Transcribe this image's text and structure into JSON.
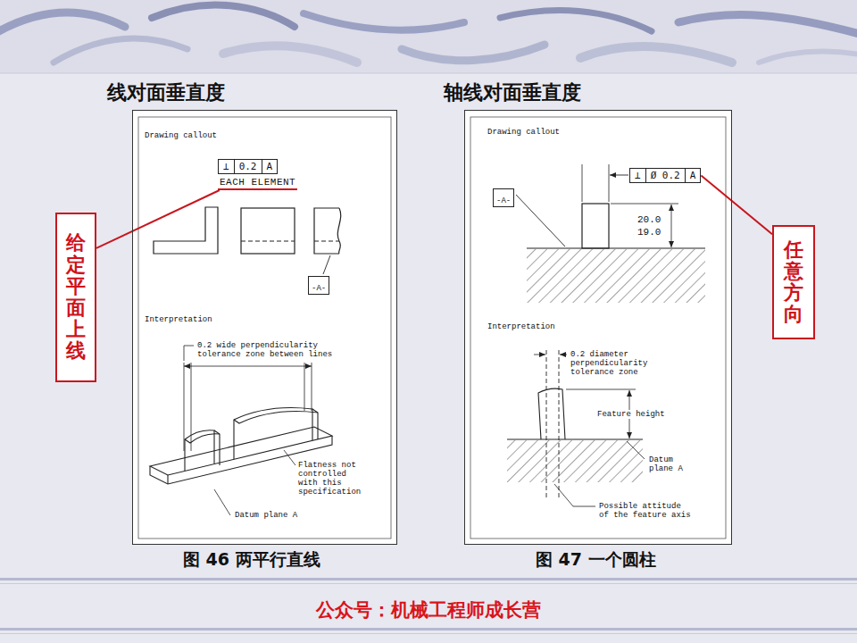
{
  "diagram": {
    "nodes": [
      {
        "text": [
          "给定平面上线"
        ]
      },
      {
        "text": [
          "Drawing callout",
          "Interpretation"
        ]
      },
      {
        "text": [
          "⊥",
          "0.2",
          "A",
          "EACH ELEMENT"
        ],
        "in": 1
      },
      {
        "text": [
          "-A-"
        ],
        "in": 1
      },
      {
        "text": [
          "Drawing callout",
          "Interpretation"
        ]
      },
      {
        "text": [
          "⊥",
          "Ø 0.2",
          "A"
        ],
        "in": 4
      },
      {
        "text": [
          "-A-"
        ],
        "in": 4
      },
      {
        "text": [
          "任意方向"
        ]
      }
    ],
    "edges": [
      {
        "from": 0,
        "to": 2,
        "arrow": "none"
      },
      {
        "from": 7,
        "to": 5,
        "arrow": "none"
      }
    ],
    "labels": [
      "线对面垂直度",
      "轴线对面垂直度",
      "20.0",
      "19.0",
      "0.2 wide perpendicularity tolerance zone between lines",
      "Flatness not controlled with this specification",
      "Datum plane A",
      "0.2 diameter perpendicularity tolerance zone",
      "Feature height",
      "Datum plane A",
      "Possible attitude of the feature axis",
      "图 46 两平行直线",
      "图 47 一个圆柱",
      "公众号：机械工程师成长营"
    ]
  }
}
